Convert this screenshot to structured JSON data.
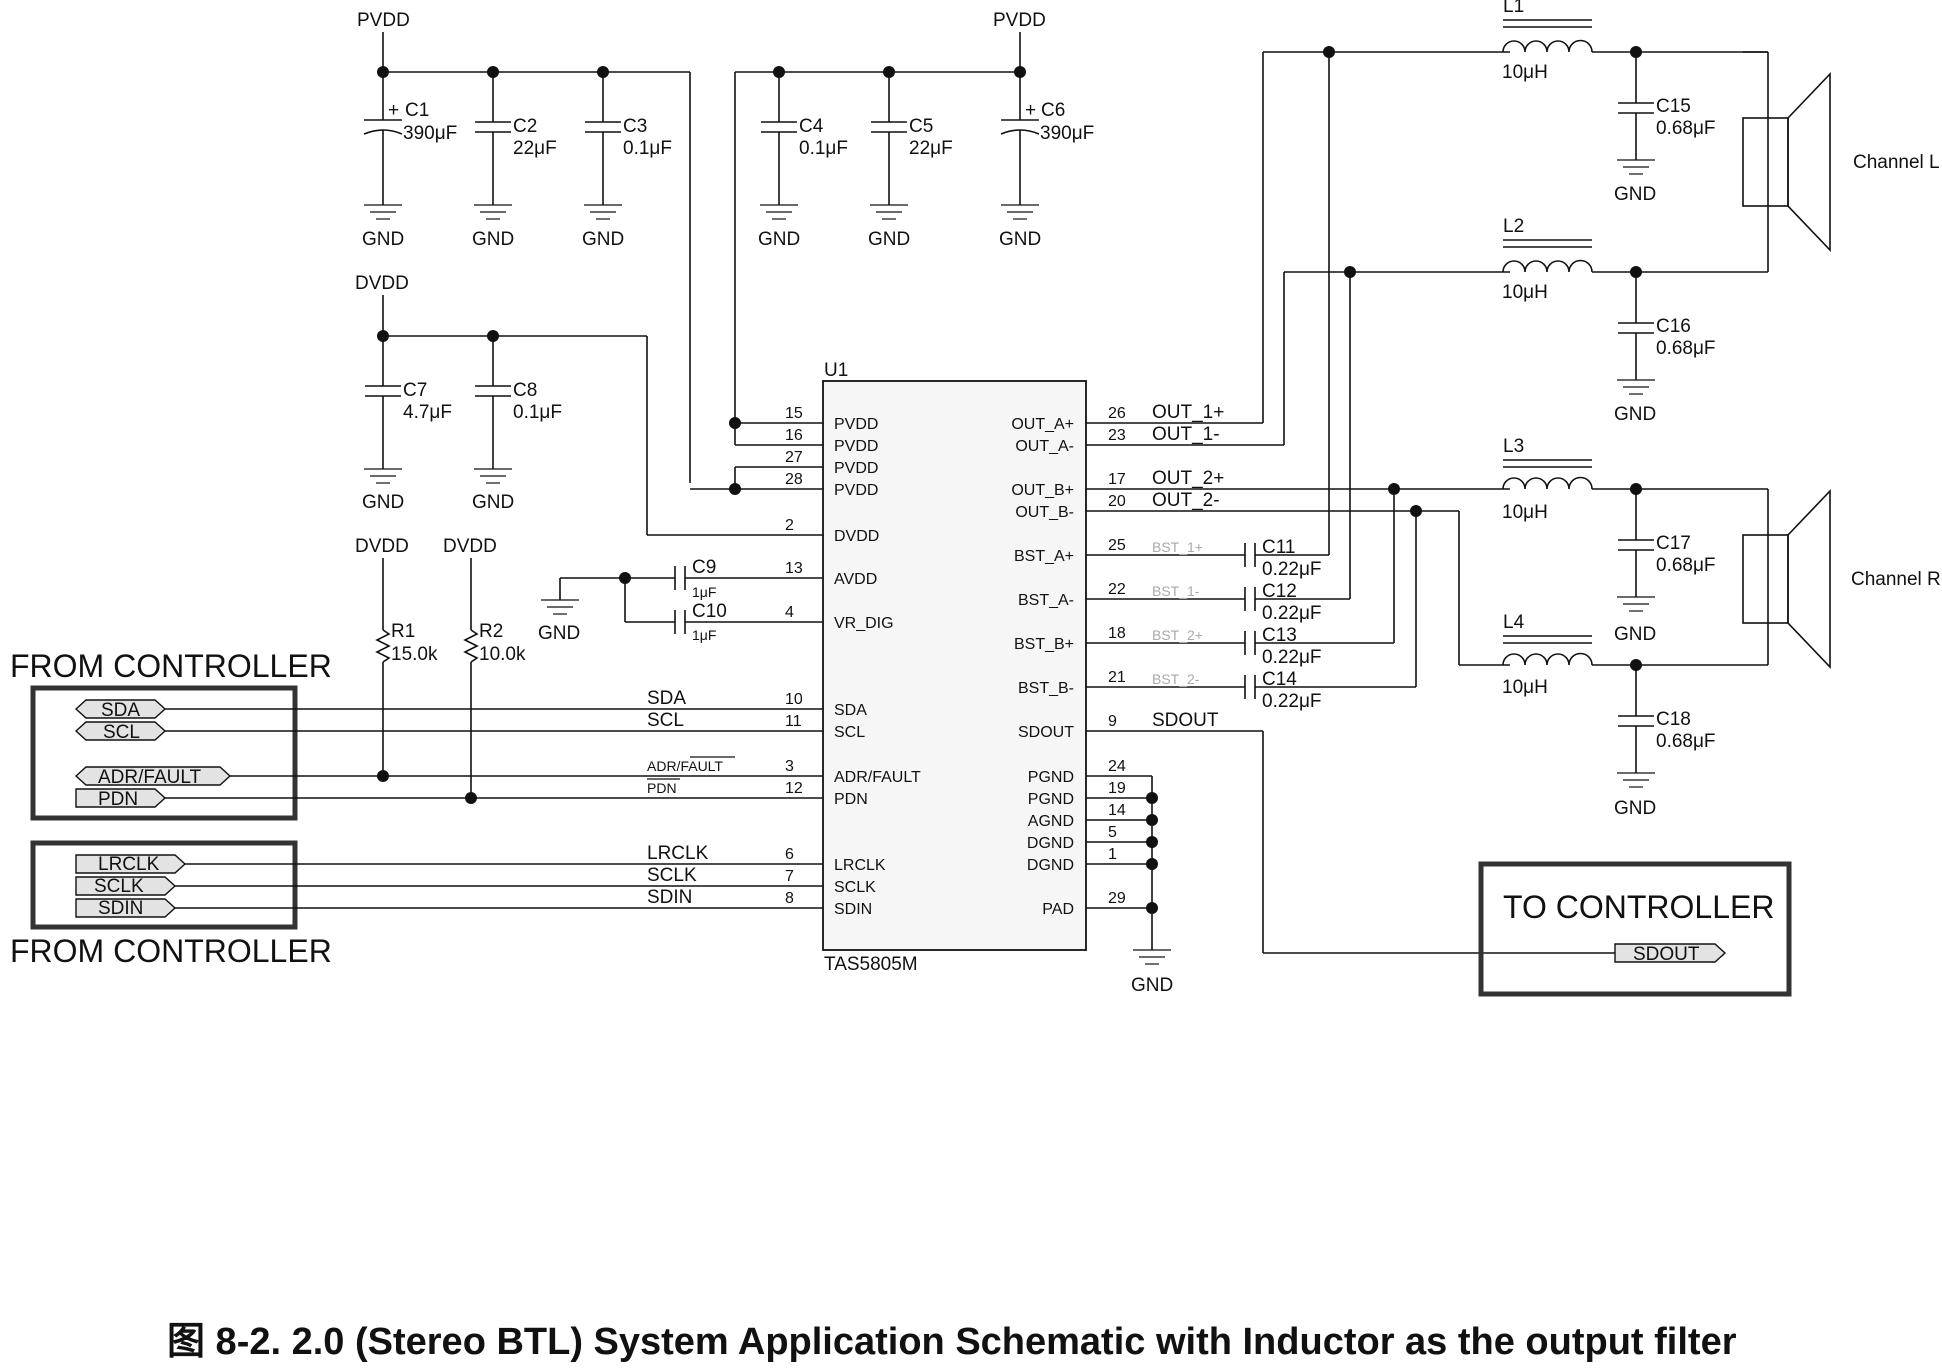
{
  "caption": "图 8-2. 2.0 (Stereo BTL) System Application Schematic with Inductor as the output filter",
  "rails": {
    "pvdd": "PVDD",
    "dvdd": "DVDD",
    "gnd": "GND"
  },
  "chip": {
    "ref": "U1",
    "part": "TAS5805M",
    "left_pins": [
      {
        "num": "15",
        "name": "PVDD"
      },
      {
        "num": "16",
        "name": "PVDD"
      },
      {
        "num": "27",
        "name": "PVDD"
      },
      {
        "num": "28",
        "name": "PVDD"
      },
      {
        "num": "2",
        "name": "DVDD"
      },
      {
        "num": "13",
        "name": "AVDD"
      },
      {
        "num": "4",
        "name": "VR_DIG"
      },
      {
        "num": "10",
        "name": "SDA"
      },
      {
        "num": "11",
        "name": "SCL"
      },
      {
        "num": "3",
        "name": "ADR/FAULT"
      },
      {
        "num": "12",
        "name": "PDN"
      },
      {
        "num": "6",
        "name": "LRCLK"
      },
      {
        "num": "7",
        "name": "SCLK"
      },
      {
        "num": "8",
        "name": "SDIN"
      }
    ],
    "right_pins": [
      {
        "num": "26",
        "name": "OUT_A+"
      },
      {
        "num": "23",
        "name": "OUT_A-"
      },
      {
        "num": "17",
        "name": "OUT_B+"
      },
      {
        "num": "20",
        "name": "OUT_B-"
      },
      {
        "num": "25",
        "name": "BST_A+"
      },
      {
        "num": "22",
        "name": "BST_A-"
      },
      {
        "num": "18",
        "name": "BST_B+"
      },
      {
        "num": "21",
        "name": "BST_B-"
      },
      {
        "num": "9",
        "name": "SDOUT"
      },
      {
        "num": "24",
        "name": "PGND"
      },
      {
        "num": "19",
        "name": "PGND"
      },
      {
        "num": "14",
        "name": "AGND"
      },
      {
        "num": "5",
        "name": "DGND"
      },
      {
        "num": "1",
        "name": "DGND"
      },
      {
        "num": "29",
        "name": "PAD"
      }
    ]
  },
  "net_labels": {
    "out_1p": "OUT_1+",
    "out_1m": "OUT_1-",
    "out_2p": "OUT_2+",
    "out_2m": "OUT_2-",
    "bst_1p": "BST_1+",
    "bst_1m": "BST_1-",
    "bst_2p": "BST_2+",
    "bst_2m": "BST_2-",
    "sdout": "SDOUT",
    "sda": "SDA",
    "scl": "SCL",
    "adr_fault": "ADR/FAULT",
    "pdn": "PDN",
    "lrclk": "LRCLK",
    "sclk": "SCLK",
    "sdin": "SDIN"
  },
  "components": {
    "c1": {
      "ref": "C1",
      "value": "390μF"
    },
    "c2": {
      "ref": "C2",
      "value": "22μF"
    },
    "c3": {
      "ref": "C3",
      "value": "0.1μF"
    },
    "c4": {
      "ref": "C4",
      "value": "0.1μF"
    },
    "c5": {
      "ref": "C5",
      "value": "22μF"
    },
    "c6": {
      "ref": "C6",
      "value": "390μF"
    },
    "c7": {
      "ref": "C7",
      "value": "4.7μF"
    },
    "c8": {
      "ref": "C8",
      "value": "0.1μF"
    },
    "c9": {
      "ref": "C9",
      "value": "1μF"
    },
    "c10": {
      "ref": "C10",
      "value": "1μF"
    },
    "c11": {
      "ref": "C11",
      "value": "0.22μF"
    },
    "c12": {
      "ref": "C12",
      "value": "0.22μF"
    },
    "c13": {
      "ref": "C13",
      "value": "0.22μF"
    },
    "c14": {
      "ref": "C14",
      "value": "0.22μF"
    },
    "c15": {
      "ref": "C15",
      "value": "0.68μF"
    },
    "c16": {
      "ref": "C16",
      "value": "0.68μF"
    },
    "c17": {
      "ref": "C17",
      "value": "0.68μF"
    },
    "c18": {
      "ref": "C18",
      "value": "0.68μF"
    },
    "r1": {
      "ref": "R1",
      "value": "15.0k"
    },
    "r2": {
      "ref": "R2",
      "value": "10.0k"
    },
    "l1": {
      "ref": "L1",
      "value": "10μH"
    },
    "l2": {
      "ref": "L2",
      "value": "10μH"
    },
    "l3": {
      "ref": "L3",
      "value": "10μH"
    },
    "l4": {
      "ref": "L4",
      "value": "10μH"
    }
  },
  "speakers": {
    "left": "Channel L",
    "right": "Channel R"
  },
  "controller_boxes": {
    "from_top": "FROM CONTROLLER",
    "from_bottom": "FROM CONTROLLER",
    "to": "TO CONTROLLER",
    "flags_in_1": [
      "SDA",
      "SCL"
    ],
    "flags_in_2": [
      "ADR/FAULT",
      "PDN"
    ],
    "flags_in_3": [
      "LRCLK",
      "SCLK",
      "SDIN"
    ],
    "flag_out": "SDOUT"
  }
}
